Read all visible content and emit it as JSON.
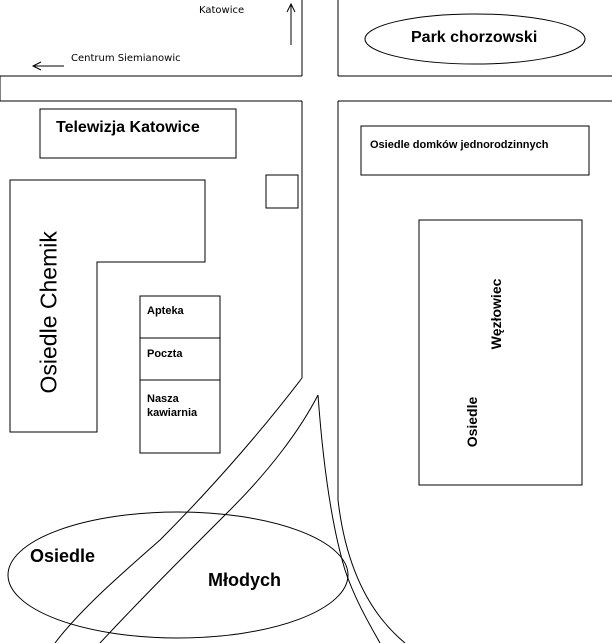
{
  "directions": {
    "north": "Katowice",
    "west": "Centrum Siemianowic"
  },
  "places": {
    "park": "Park chorzowski",
    "tv": "Telewizja Katowice",
    "houses": "Osiedle domków jednorodzinnych",
    "chemik": "Osiedle Chemik",
    "apteka": "Apteka",
    "poczta": "Poczta",
    "kawiarnia": "Nasza kawiarnia",
    "wezlowiec_1": "Osiedle",
    "wezlowiec_2": "Węzłowiec",
    "mlodych_1": "Osiedle",
    "mlodych_2": "Młodych"
  }
}
